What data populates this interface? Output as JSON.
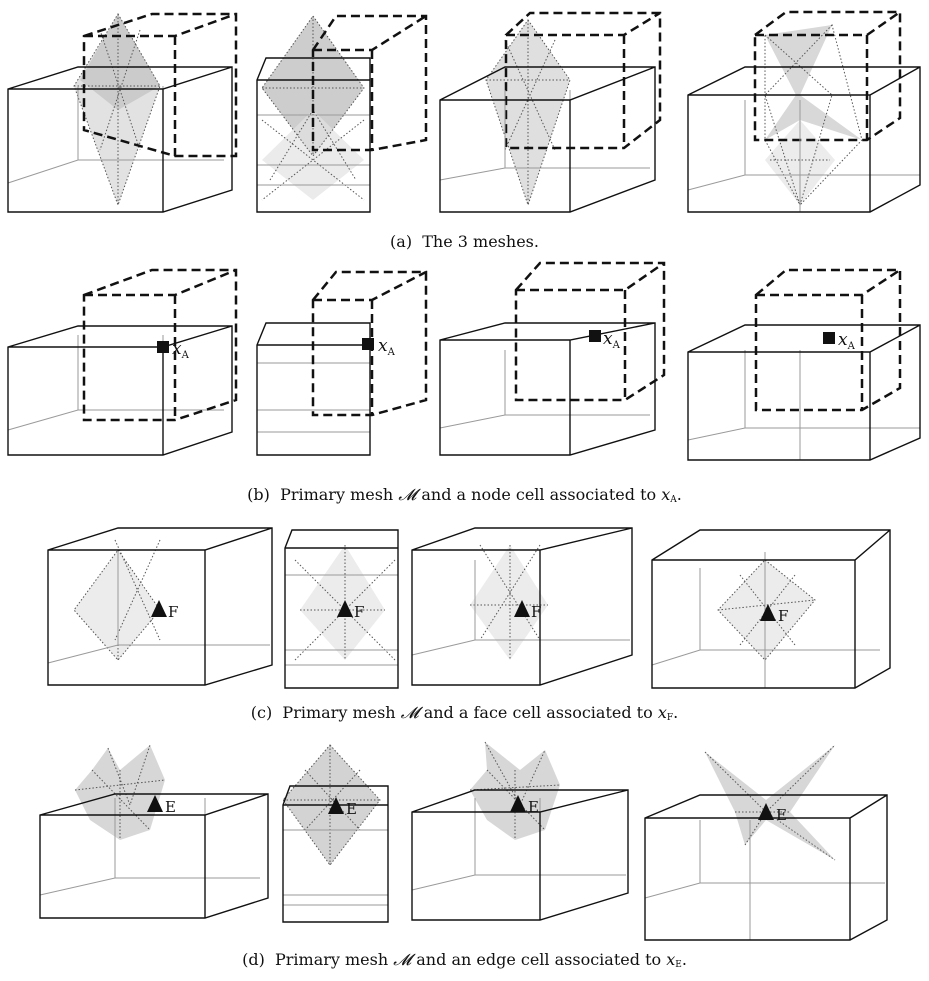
{
  "captions": {
    "a": {
      "label": "(a)",
      "text": "The 3 meshes."
    },
    "b": {
      "label": "(b)",
      "text": "Primary mesh",
      "mesh_symbol": "𝓜",
      "middle": "and a node cell associated to",
      "var": "x",
      "sub": "A",
      "end": "."
    },
    "c": {
      "label": "(c)",
      "text": "Primary mesh",
      "mesh_symbol": "𝓜",
      "middle": "and a face cell associated to",
      "var": "x",
      "sub": "F",
      "end": "."
    },
    "d": {
      "label": "(d)",
      "text": "Primary mesh",
      "mesh_symbol": "𝓜",
      "middle": "and an edge cell associated to",
      "var": "x",
      "sub": "E",
      "end": "."
    }
  },
  "markers": {
    "node": {
      "var": "x",
      "sub": "A"
    },
    "face": {
      "letter": "F"
    },
    "edge": {
      "letter": "E"
    }
  },
  "colors": {
    "line": "#111111",
    "hidden": "#9a9a9a",
    "cell_fill_dark": "#bdbdbd",
    "cell_fill_light": "#e6e6e6"
  }
}
